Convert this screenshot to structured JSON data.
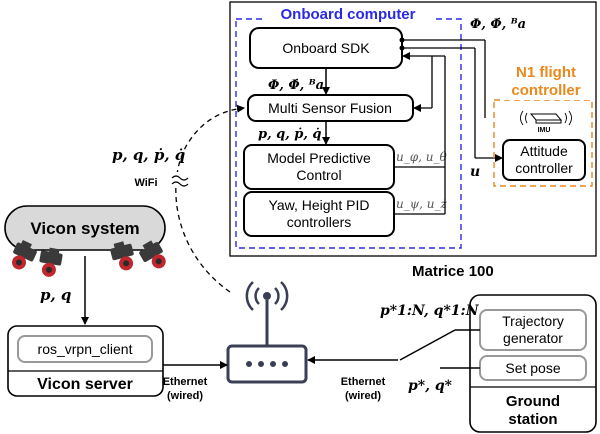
{
  "matrice": {
    "title": "Matrice 100",
    "onboard_computer": {
      "title": "Onboard computer",
      "onboard_sdk": "Onboard SDK",
      "multi_sensor_fusion": "Multi Sensor Fusion",
      "mpc_line1": "Model Predictive",
      "mpc_line2": "Control",
      "pid_line1": "Yaw, Height PID",
      "pid_line2": "controllers",
      "label_phi_sdk_to_msf": "Φ, Φ̇, ᴮa",
      "label_states_msf_to_mpc": "p, q, ṗ, q̇",
      "label_mpc_outputs": "u_φ, u_θ",
      "label_pid_outputs": "u_ψ, u_ż"
    },
    "n1": {
      "title_line1": "N1 flight",
      "title_line2": "controller",
      "imu_label": "IMU",
      "attitude_line1": "Attitude",
      "attitude_line2": "controller",
      "label_imu_to_sdk": "Φ, Φ̇, ᴮa",
      "label_u": "u"
    }
  },
  "vicon": {
    "system_label": "Vicon system",
    "server_label": "Vicon server",
    "client_label": "ros_vrpn_client",
    "label_pq": "p, q"
  },
  "network": {
    "wifi_label": "WiFi",
    "ethernet_left_line1": "Ethernet",
    "ethernet_left_line2": "(wired)",
    "ethernet_right_line1": "Ethernet",
    "ethernet_right_line2": "(wired)",
    "label_states_to_fusion": "p, q, ṗ, q̇"
  },
  "ground_station": {
    "title_line1": "Ground",
    "title_line2": "station",
    "trajectory_line1": "Trajectory",
    "trajectory_line2": "generator",
    "set_pose": "Set pose",
    "label_traj": "p*1:N, q*1:N",
    "label_pose": "p*, q*"
  },
  "colors": {
    "onboard_blue": "#2a2ae6",
    "n1_orange": "#e8891d",
    "camera_red": "#c0272d",
    "vicon_gray": "#d9d9d9"
  }
}
